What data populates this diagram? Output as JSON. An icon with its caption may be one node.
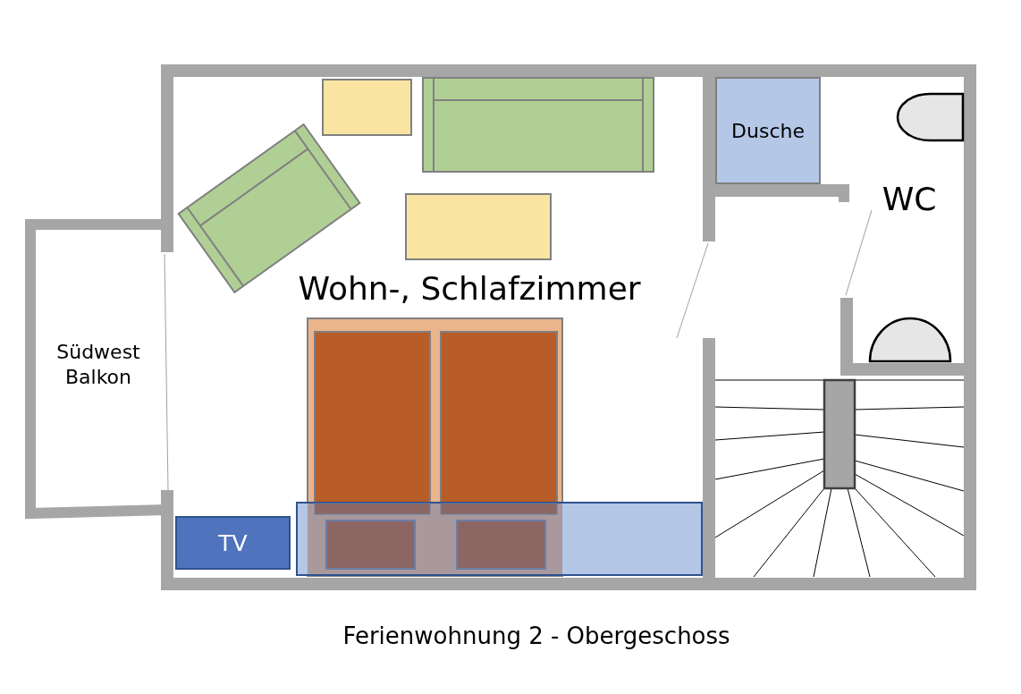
{
  "diagram": {
    "caption": "Ferienwohnung 2 - Obergeschoss",
    "nodes": [
      {
        "text": [
          "Dusche"
        ]
      },
      {
        "text": [
          "TV"
        ]
      }
    ],
    "edges": [],
    "labels": [
      "Südwest Balkon",
      "Wohn-, Schlafzimmer",
      "WC"
    ]
  }
}
